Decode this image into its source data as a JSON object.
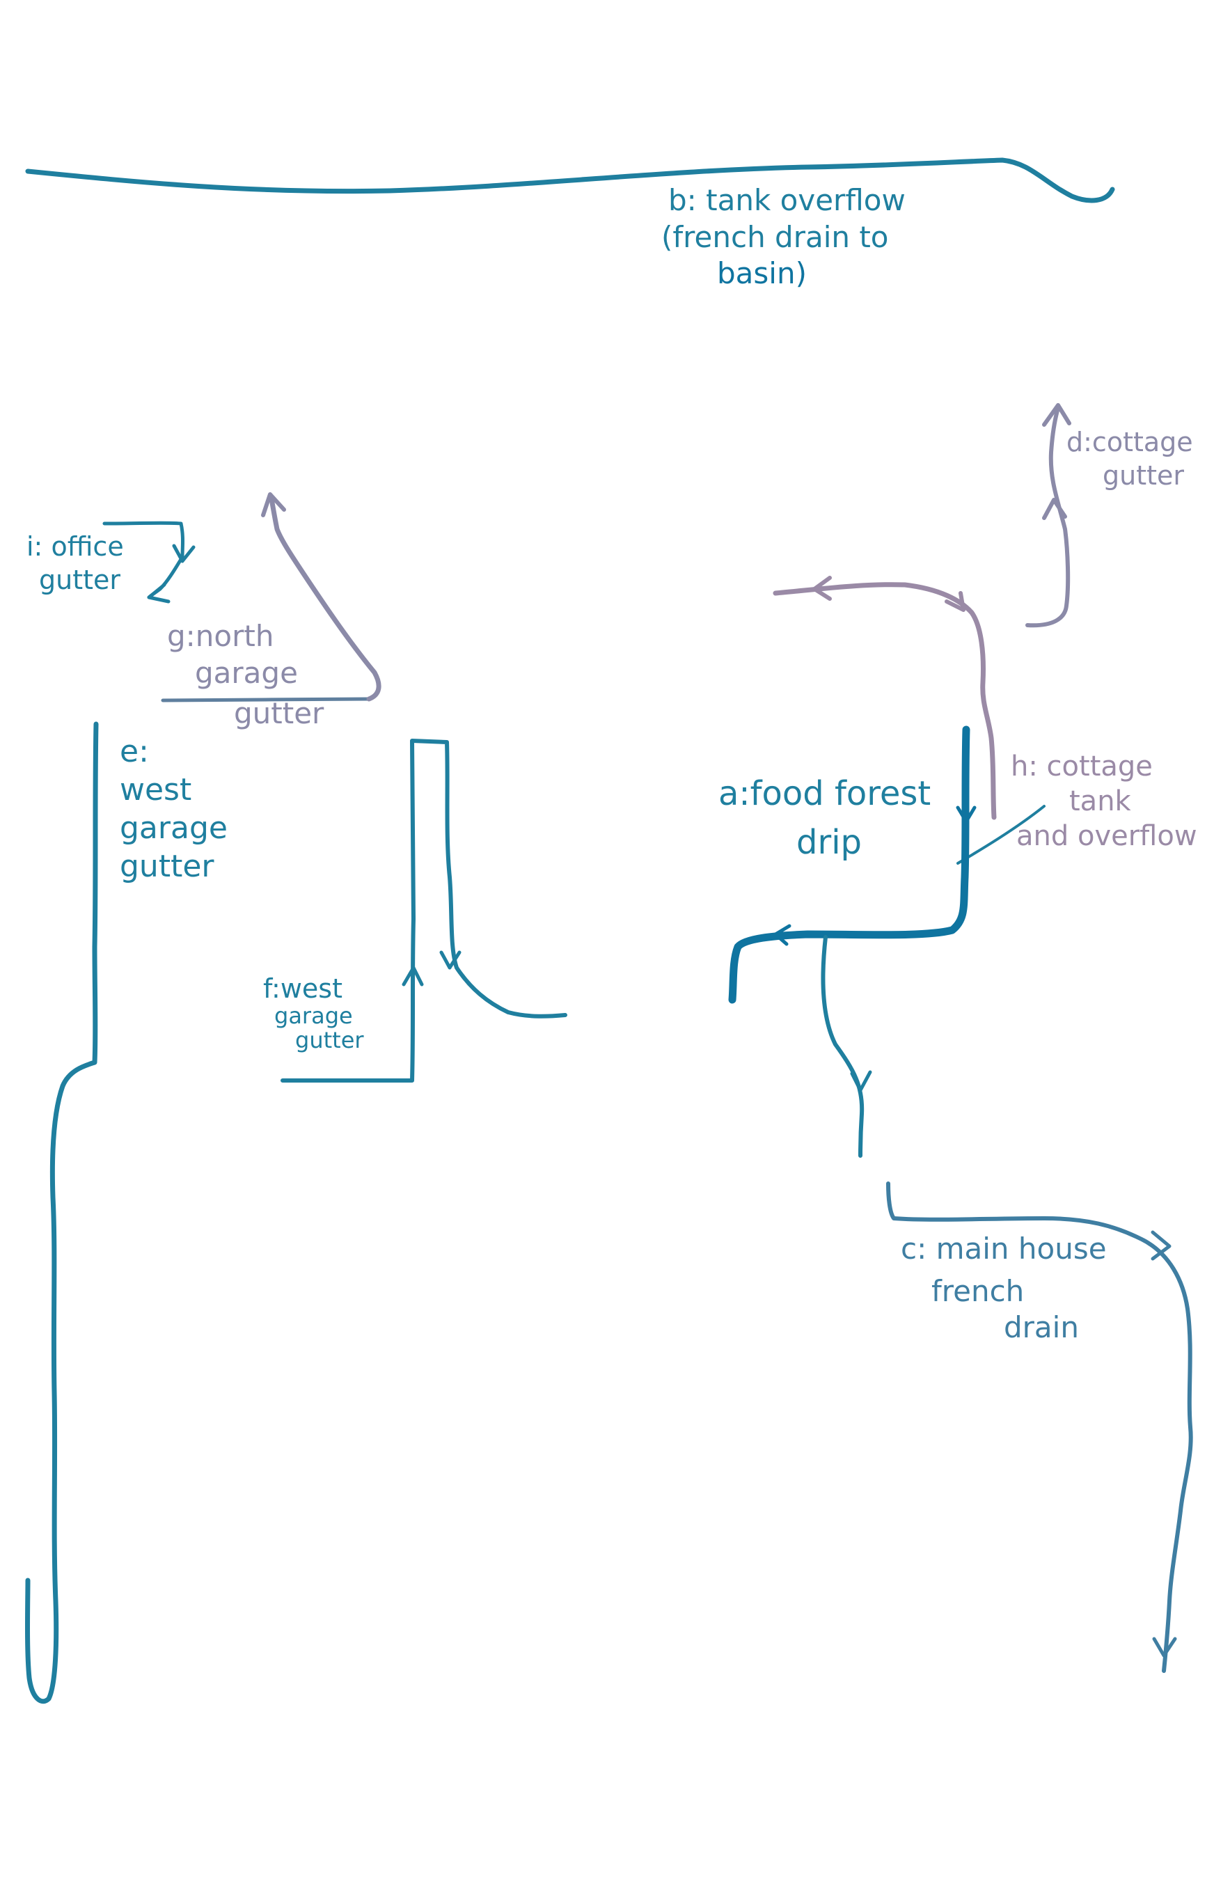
{
  "labels": {
    "b": {
      "line1": "b: tank overflow",
      "line2": "(french drain to",
      "line3": "basin)"
    },
    "d": {
      "line1": "d:cottage",
      "line2": "gutter"
    },
    "i": {
      "line1": "i: office",
      "line2": "gutter"
    },
    "g": {
      "line1": "g:north",
      "line2": "garage",
      "line3": "gutter"
    },
    "e": {
      "line1": "e:",
      "line2": "west",
      "line3": "garage",
      "line4": "gutter"
    },
    "f": {
      "line1": "f:west",
      "line2": "garage",
      "line3": "gutter"
    },
    "a": {
      "line1": "a:food forest",
      "line2": "drip"
    },
    "h": {
      "line1": "h: cottage",
      "line2": "tank",
      "line3": "and overflow"
    },
    "c": {
      "line1": "c: main house",
      "line2": "french",
      "line3": "drain"
    }
  },
  "colors": {
    "teal": "#1f7f9f",
    "teal_dark": "#0f74a0",
    "slate": "#3f7ea2",
    "mauve": "#9a8aa6",
    "lavender": "#8b8aa8",
    "grey_blue": "#7a8fae"
  }
}
